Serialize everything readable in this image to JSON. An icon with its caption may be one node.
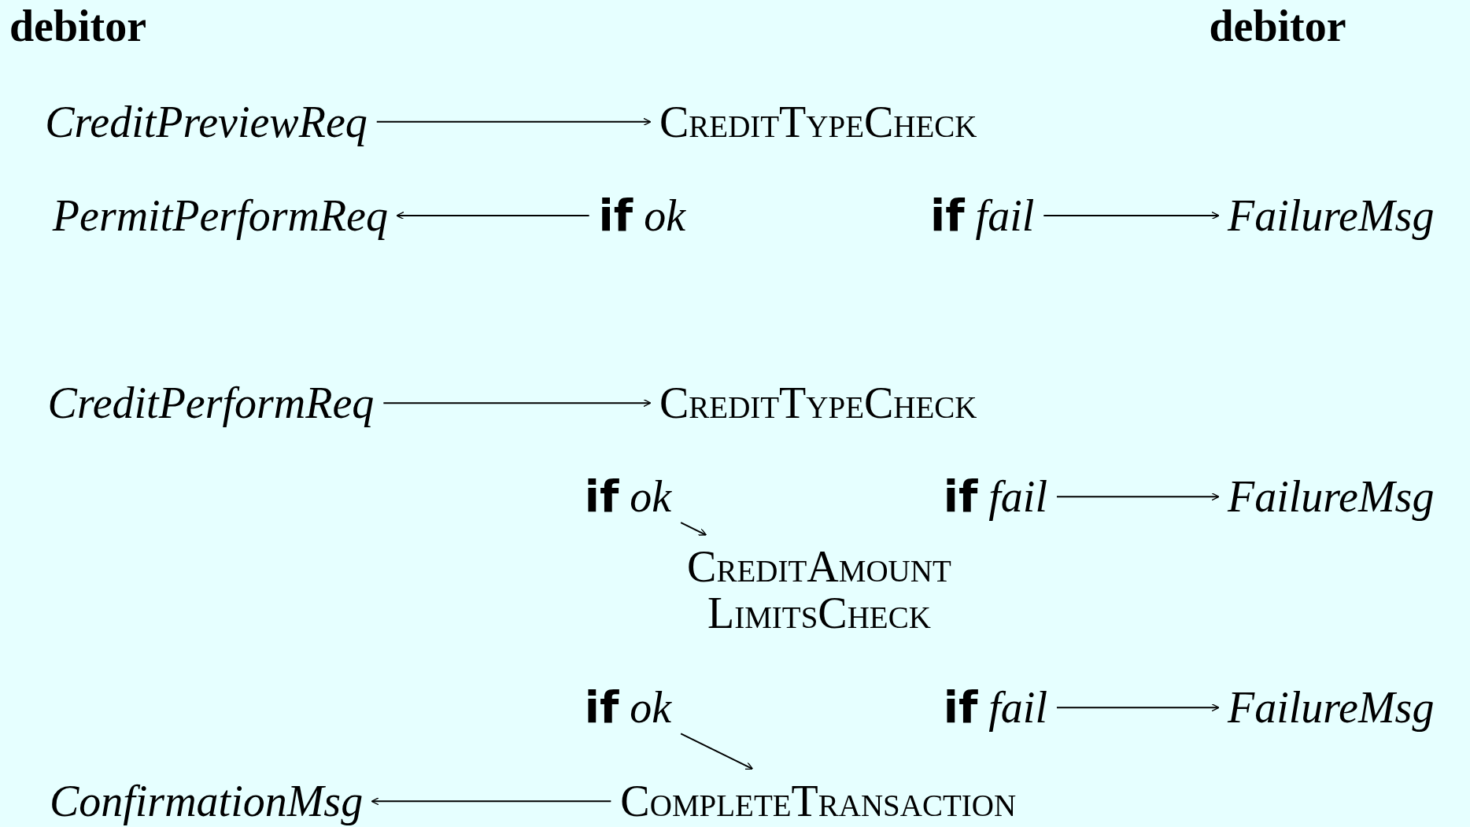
{
  "diagram": {
    "nodes": [
      {
        "text": [
          "CreditPreviewReq"
        ]
      },
      {
        "text": [
          "CreditTypeCheck"
        ]
      },
      {
        "text": [
          "PermitPerformReq"
        ]
      },
      {
        "text": [
          "**if** *ok*"
        ]
      },
      {
        "text": [
          "**if** *fail*"
        ]
      },
      {
        "text": [
          "FailureMsg"
        ]
      },
      {
        "text": [
          "CreditPerformReq"
        ]
      },
      {
        "text": [
          "CreditTypeCheck"
        ]
      },
      {
        "text": [
          "**if** *ok*"
        ]
      },
      {
        "text": [
          "**if** *fail*"
        ]
      },
      {
        "text": [
          "FailureMsg"
        ]
      },
      {
        "text": [
          "CreditAmount LimitsCheck"
        ]
      },
      {
        "text": [
          "**if** *ok*"
        ]
      },
      {
        "text": [
          "**if** *fail*"
        ]
      },
      {
        "text": [
          "FailureMsg"
        ]
      },
      {
        "text": [
          "ConfirmationMsg"
        ]
      },
      {
        "text": [
          "CompleteTransaction"
        ]
      }
    ],
    "edges": [
      {
        "from": 0,
        "to": 1,
        "arrow": "to"
      },
      {
        "from": 3,
        "to": 2,
        "arrow": "to"
      },
      {
        "from": 4,
        "to": 5,
        "arrow": "to"
      },
      {
        "from": 6,
        "to": 7,
        "arrow": "to"
      },
      {
        "from": 8,
        "to": 11,
        "arrow": "to"
      },
      {
        "from": 9,
        "to": 10,
        "arrow": "to"
      },
      {
        "from": 12,
        "to": 16,
        "arrow": "to"
      },
      {
        "from": 13,
        "to": 14,
        "arrow": "to"
      },
      {
        "from": 16,
        "to": 15,
        "arrow": "to"
      }
    ],
    "labels": [
      "debitor",
      "debitor"
    ]
  }
}
